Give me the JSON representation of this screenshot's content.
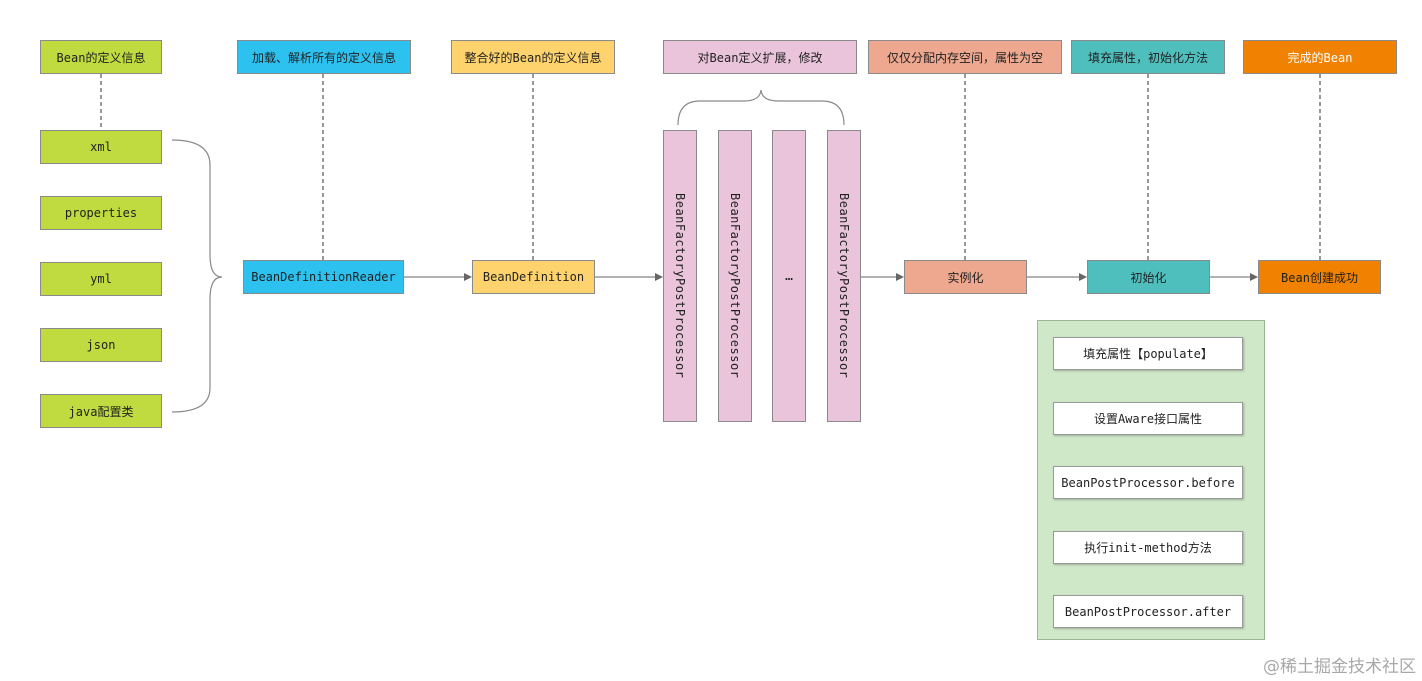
{
  "colors": {
    "lime": "#bfdb3f",
    "cyan": "#2dc1f0",
    "yellow": "#fed36e",
    "pink": "#eac4db",
    "salmon": "#eea88f",
    "teal": "#4fbfbe",
    "orange": "#f08101",
    "panel_green": "#cfe8c8"
  },
  "headers": {
    "bean_info": "Bean的定义信息",
    "load_parse": "加载、解析所有的定义信息",
    "integrated": "整合好的Bean的定义信息",
    "extend_modify": "对Bean定义扩展，修改",
    "alloc_only": "仅仅分配内存空间，属性为空",
    "fill_init": "填充属性，初始化方法",
    "complete": "完成的Bean"
  },
  "sources": [
    "xml",
    "properties",
    "yml",
    "json",
    "java配置类"
  ],
  "nodes": {
    "reader": "BeanDefinitionReader",
    "definition": "BeanDefinition",
    "instantiate": "实例化",
    "initialize": "初始化",
    "created": "Bean创建成功"
  },
  "post_processors": [
    "BeanFactoryPostProcessor",
    "BeanFactoryPostProcessor",
    "…",
    "BeanFactoryPostProcessor"
  ],
  "init_steps": [
    "填充属性【populate】",
    "设置Aware接口属性",
    "BeanPostProcessor.before",
    "执行init-method方法",
    "BeanPostProcessor.after"
  ],
  "watermark": "@稀土掘金技术社区"
}
